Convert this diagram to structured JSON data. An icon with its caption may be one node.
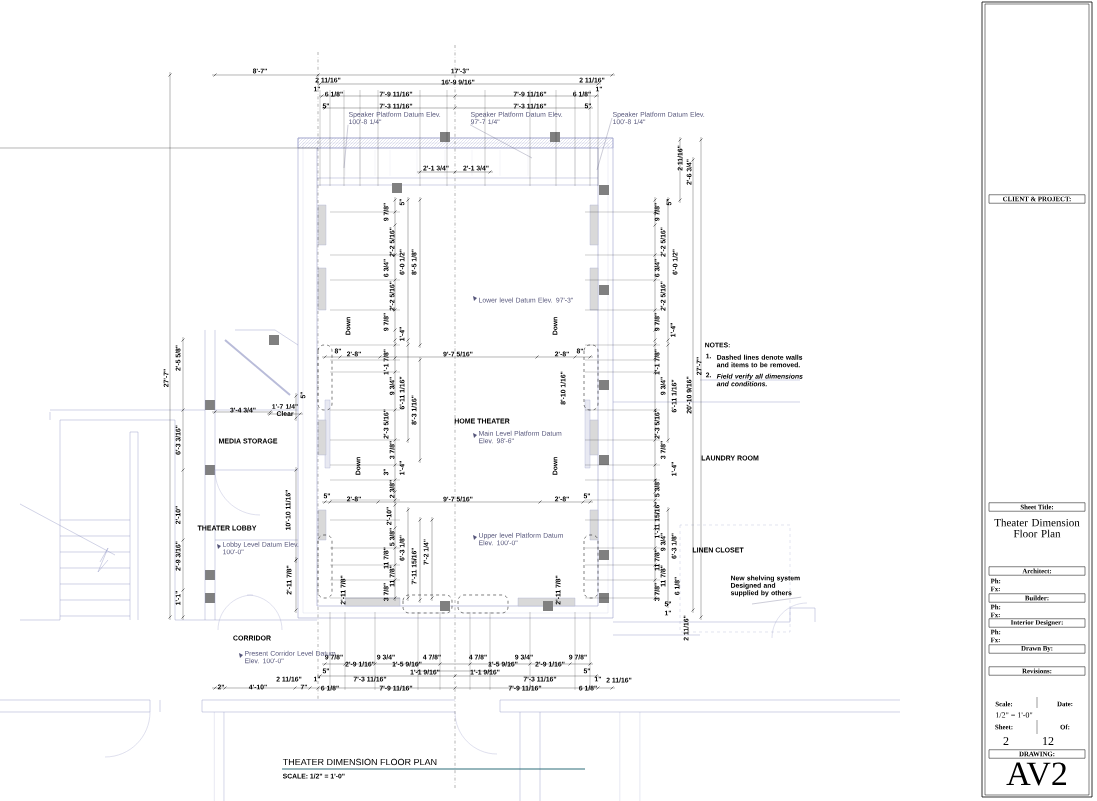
{
  "diagram": {
    "title": "THEATER DIMENSION FLOOR PLAN",
    "caption": "SCALE: 1/2\" = 1'-0\"",
    "nodes": [
      {
        "text": [
          "Speaker Platform Datum Elev. 100'-8 1/4\""
        ]
      },
      {
        "text": [
          "Speaker Platform Datum Elev. 97'-7 1/4\""
        ]
      },
      {
        "text": [
          "Speaker Platform Datum Elev. 100'-8 1/4\""
        ]
      },
      {
        "text": [
          "New shelving system Designed and supplied by others"
        ]
      }
    ],
    "edges": [
      {
        "from": 0,
        "to": null,
        "arrow": "none"
      },
      {
        "from": 1,
        "to": null,
        "arrow": "none"
      },
      {
        "from": 2,
        "to": null,
        "arrow": "none"
      },
      {
        "from": 3,
        "to": null,
        "arrow": "none"
      }
    ],
    "labels": [
      "HOME THEATER",
      "MEDIA STORAGE",
      "THEATER LOBBY",
      "CORRIDOR",
      "LAUNDRY ROOM",
      "LINEN CLOSET",
      "NOTES:",
      "1.",
      "Dashed lines denote walls and items to be removed.",
      "2.",
      "Field verify all dimensions and conditions.",
      "Down",
      "Down",
      "Down",
      "Down",
      "8'-7\"",
      "17'-3\"",
      "2 11/16\"",
      "16'-9 9/16\"",
      "2 11/16\"",
      "1\"",
      "6 1/8\"",
      "7'-9 11/16\"",
      "7'-9 11/16\"",
      "6 1/8\"",
      "1\"",
      "5\"",
      "7'-3 11/16\"",
      "7'-3 11/16\"",
      "5\"",
      "2'-1 3/4\"",
      "2'-1 3/4\"",
      "2 11/16\"",
      "2'-6 3/4\"",
      "5\"",
      "9 7/8\"",
      "2'-2 5/16\"",
      "6 3/4\"",
      "2'-2 5/16\"",
      "9 7/8\"",
      "1'-4\"",
      "6'-0 1/2\"",
      "8'-5 1/8\"",
      "5\"",
      "9 7/8\"",
      "2'-2 5/16\"",
      "6 3/4\"",
      "2'-2 5/16\"",
      "9 7/8\"",
      "1'-4\"",
      "6'-0 1/2\"",
      "8\"",
      "2'-8\"",
      "9'-7 5/16\"",
      "2'-8\"",
      "8\"",
      "5\"",
      "2'-8\"",
      "9'-7 5/16\"",
      "2'-8\"",
      "5\"",
      "1'-1 7/8\"",
      "9 3/4\"",
      "6'-11 1/16\"",
      "8'-3 1/16\"",
      "2'-3 5/16\"",
      "3 7/8\"",
      "1'-4\"",
      "3\"",
      "2 3/8\"",
      "8'-10 1/16\"",
      "1'-1 7/8\"",
      "9 3/4\"",
      "6'-11 1/16\"",
      "2'-3 5/16\"",
      "3 7/8\"",
      "1'-4\"",
      "5 3/8\"",
      "20'-10 9/16\"",
      "27'-7\"",
      "2'-11 7/8\"",
      "2'-10\"",
      "5 3/8\"",
      "11 7/8\"",
      "11 7/8\"",
      "3 7/8\"",
      "6'-3 1/8\"",
      "7'-11 15/16\"",
      "7'-2 1/4\"",
      "2'-11 7/8\"",
      "1'-11 15/16\"",
      "9 3/4\"",
      "11 7/8\"",
      "11 7/8\"",
      "3 7/8\"",
      "6'-3 1/8\"",
      "6 1/8\"",
      "5\"",
      "1\"",
      "2 11/16\"",
      "27'-7\"",
      "2'-5 5/8\"",
      "6'-3 3/16\"",
      "2'-10\"",
      "2'-9 3/16\"",
      "1'-1\"",
      "3'-4 3/4\"",
      "1'-7 1/4\" Clear",
      "5\"",
      "10'-10 11/16\"",
      "2'-11 7/8\"",
      "9 7/8\"",
      "2'-9 1/16\"",
      "9 3/4\"",
      "1'-5 9/16\"",
      "4 7/8\"",
      "4 7/8\"",
      "1'-5 9/16\"",
      "9 3/4\"",
      "2'-9 1/16\"",
      "9 7/8\"",
      "5\"",
      "1'-1 9/16\"",
      "1'-1 9/16\"",
      "5\"",
      "2 11/16\"",
      "1\"",
      "7'-3 11/16\"",
      "7'-3 11/16\"",
      "1\"",
      "2 11/16\"",
      "2\"",
      "4'-10\"",
      "7\"",
      "6 1/8\"",
      "7'-9 11/16\"",
      "7'-9 11/16\"",
      "6 1/8\"",
      "CLIENT & PROJECT:",
      "Sheet Title:",
      "Theater Dimension Floor Plan",
      "Architect:",
      "Ph:",
      "Fx:",
      "Builder:",
      "Ph:",
      "Fx:",
      "Interior Designer:",
      "Ph:",
      "Fx:",
      "Drawn By:",
      "Revisions:",
      "Scale:",
      "Date:",
      "1/2\" = 1'-0\"",
      "Sheet:",
      "Of:",
      "2",
      "12",
      "DRAWING:",
      "AV2",
      "Lower level Datum Elev. 97'-3\"",
      "Main Level Platform Datum Elev. 98'-6\"",
      "Upper level Platform Datum Elev. 100'-0\"",
      "Lobby Level Datum Elev. 100'-0\"",
      "Present Corridor Level Datum Elev. 100'-0\""
    ]
  }
}
